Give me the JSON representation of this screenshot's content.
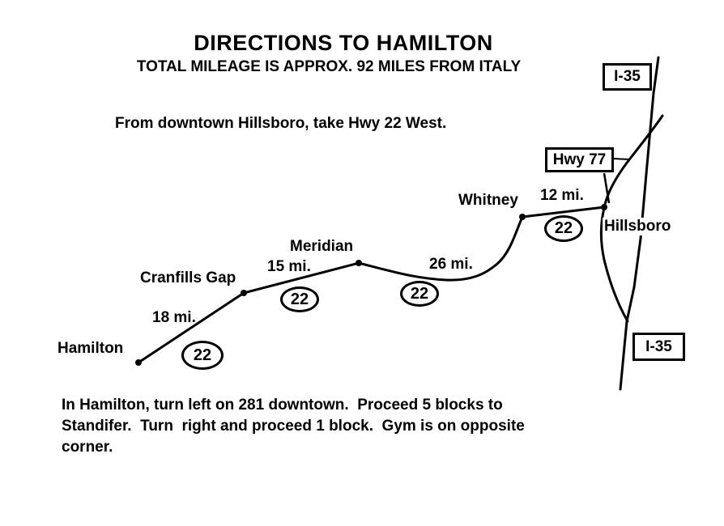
{
  "colors": {
    "ink": "#000000",
    "paper": "#ffffff"
  },
  "header": {
    "title": "DIRECTIONS TO HAMILTON",
    "subtitle": "TOTAL MILEAGE IS APPROX. 92 MILES FROM ITALY",
    "instruction": "From downtown Hillsboro, take Hwy 22 West."
  },
  "map": {
    "route_highway": "Hwy 22",
    "towns": [
      {
        "name": "Hamilton"
      },
      {
        "name": "Cranfills Gap"
      },
      {
        "name": "Meridian"
      },
      {
        "name": "Whitney"
      },
      {
        "name": "Hillsboro"
      }
    ],
    "segments": [
      {
        "from": "Hamilton",
        "to": "Cranfills Gap",
        "distance": "18 mi."
      },
      {
        "from": "Cranfills Gap",
        "to": "Meridian",
        "distance": "15 mi."
      },
      {
        "from": "Meridian",
        "to": "Whitney",
        "distance": "26 mi."
      },
      {
        "from": "Whitney",
        "to": "Hillsboro",
        "distance": "12 mi."
      }
    ],
    "route_shields": [
      {
        "label": "22"
      },
      {
        "label": "22"
      },
      {
        "label": "22"
      },
      {
        "label": "22"
      }
    ],
    "highway_signs": [
      {
        "label": "I-35",
        "position": "top-right"
      },
      {
        "label": "Hwy 77",
        "position": "middle-right"
      },
      {
        "label": "I-35",
        "position": "bottom-right"
      }
    ]
  },
  "footer": {
    "lines": [
      "In Hamilton, turn left on 281 downtown.  Proceed 5 blocks to",
      "Standifer.  Turn  right and proceed 1 block.  Gym is on opposite",
      "corner."
    ]
  }
}
